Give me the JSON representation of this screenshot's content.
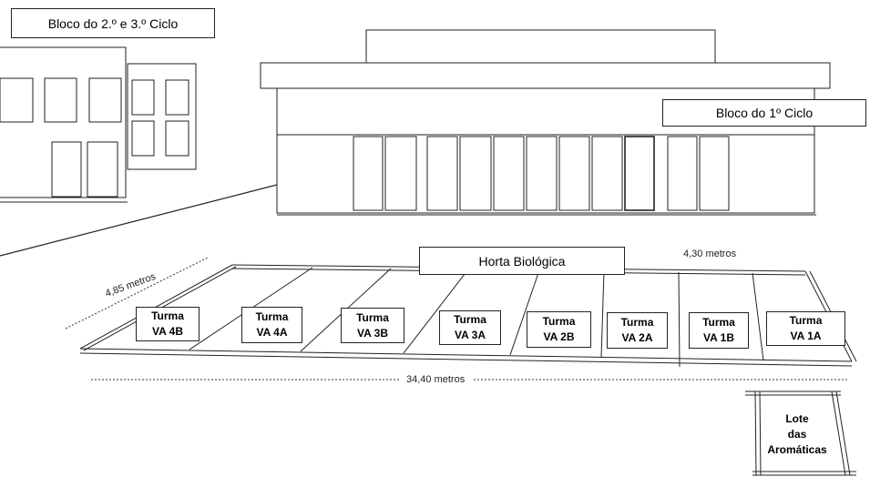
{
  "labels": {
    "block_2_3": "Bloco do 2.º e 3.º Ciclo",
    "block_1": "Bloco do 1º Ciclo",
    "horta": "Horta Biológica"
  },
  "dimensions": {
    "plot_width": "4,30 metros",
    "plot_depth": "4,85 metros",
    "total_length": "34,40 metros"
  },
  "plots": [
    {
      "line1": "Turma",
      "line2": "VA 4B"
    },
    {
      "line1": "Turma",
      "line2": "VA 4A"
    },
    {
      "line1": "Turma",
      "line2": "VA 3B"
    },
    {
      "line1": "Turma",
      "line2": "VA 3A"
    },
    {
      "line1": "Turma",
      "line2": "VA 2B"
    },
    {
      "line1": "Turma",
      "line2": "VA 2A"
    },
    {
      "line1": "Turma",
      "line2": "VA 1B"
    },
    {
      "line1": "Turma",
      "line2": "VA 1A"
    }
  ],
  "lote": {
    "line1": "Lote",
    "line2": "das",
    "line3": "Aromáticas"
  }
}
